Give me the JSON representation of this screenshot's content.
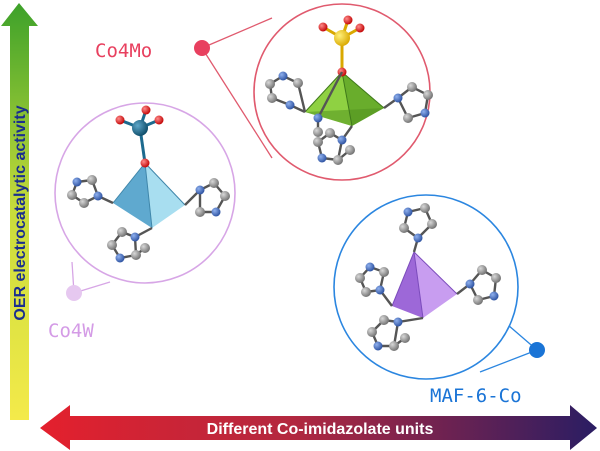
{
  "axes": {
    "y_label": "OER electrocatalytic activity",
    "x_label": "Different Co-imidazolate units"
  },
  "units": [
    {
      "label": "Co4Mo",
      "color": "#e8405f",
      "ring_color": "#e05a6e",
      "pyramid_color": "#7cc23a",
      "top_atom_color": "#e8c21a",
      "top_atom_name": "mo-atom"
    },
    {
      "label": "Co4W",
      "color": "#d49be6",
      "ring_color": "#d7a6e6",
      "pyramid_color": "#7fc8e3",
      "top_atom_color": "#1c6a8e",
      "top_atom_name": "w-atom"
    },
    {
      "label": "MAF-6-Co",
      "color": "#1a74d6",
      "ring_color": "#2b86e0",
      "pyramid_color": "#b382e3",
      "top_atom_color": "",
      "top_atom_name": ""
    }
  ],
  "colors": {
    "y_arrow_top": "#3da12a",
    "y_arrow_mid": "#c9dc3b",
    "y_arrow_bottom": "#f4ea4a",
    "x_arrow_left": "#e4202d",
    "x_arrow_mid": "#b3283f",
    "x_arrow_right": "#2a1d63",
    "carbon": "#8c8c8c",
    "nitrogen": "#3b64b8",
    "oxygen": "#e01818"
  }
}
